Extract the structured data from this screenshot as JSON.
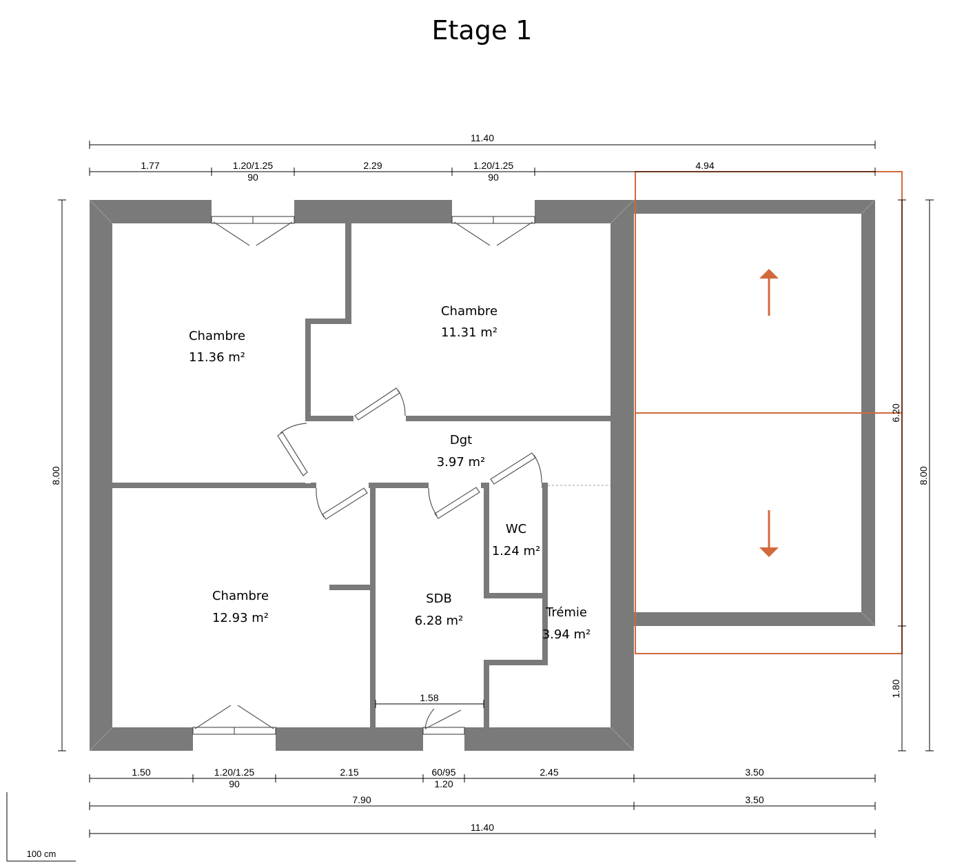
{
  "title": "Etage 1",
  "rooms": [
    {
      "key": "chambre_nw",
      "name": "Chambre",
      "area": "11.36 m²"
    },
    {
      "key": "chambre_ne",
      "name": "Chambre",
      "area": "11.31 m²"
    },
    {
      "key": "dgt",
      "name": "Dgt",
      "area": "3.97 m²"
    },
    {
      "key": "wc",
      "name": "WC",
      "area": "1.24 m²"
    },
    {
      "key": "chambre_sw",
      "name": "Chambre",
      "area": "12.93 m²"
    },
    {
      "key": "sdb",
      "name": "SDB",
      "area": "6.28 m²"
    },
    {
      "key": "tremie",
      "name": "Trémie",
      "area": "3.94 m²"
    }
  ],
  "dimensions": {
    "top_total": "11.40",
    "top_segments": [
      "1.77",
      "1.20/1.25",
      "2.29",
      "1.20/1.25",
      "4.94"
    ],
    "top_window_widths": [
      "90",
      "90"
    ],
    "bottom_segments": [
      "1.50",
      "1.20/1.25",
      "2.15",
      "60/95",
      "2.45",
      "3.50"
    ],
    "bottom_window_widths": [
      "90",
      "1.20"
    ],
    "bottom_sub": [
      "7.90",
      "3.50"
    ],
    "bottom_total": "11.40",
    "left_height": "8.00",
    "right_height": "8.00",
    "right_inner_top": "6.20",
    "right_inner_bottom": "1.80",
    "sdb_inner": "1.58"
  },
  "scale": "100 cm",
  "colors": {
    "wall": "#7a7a7a",
    "accent": "#d2693a",
    "line": "#000000"
  }
}
